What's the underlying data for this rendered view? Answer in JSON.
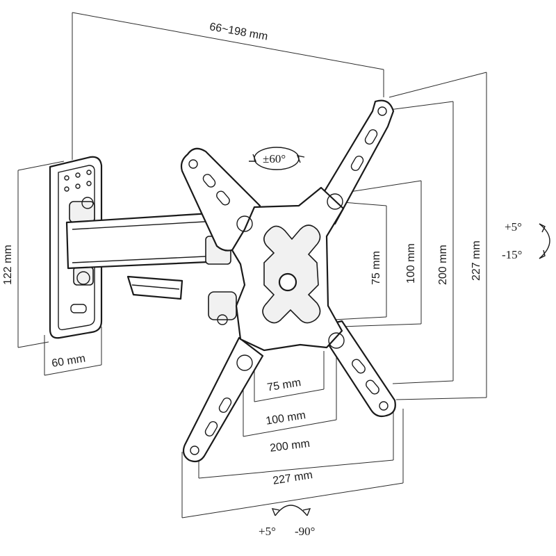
{
  "dimensions": {
    "arm_extension": "66~198 mm",
    "wall_plate_height": "122 mm",
    "wall_plate_width": "60 mm",
    "vesa_v_75": "75 mm",
    "vesa_v_100": "100 mm",
    "vesa_v_200": "200 mm",
    "vesa_v_227": "227 mm",
    "vesa_h_75": "75 mm",
    "vesa_h_100": "100 mm",
    "vesa_h_200": "200 mm",
    "vesa_h_227": "227 mm"
  },
  "angles": {
    "rotation": "±60°",
    "tilt_up": "+5°",
    "tilt_down": "-15°",
    "swivel_left": "+5°",
    "swivel_right": "-90°"
  }
}
